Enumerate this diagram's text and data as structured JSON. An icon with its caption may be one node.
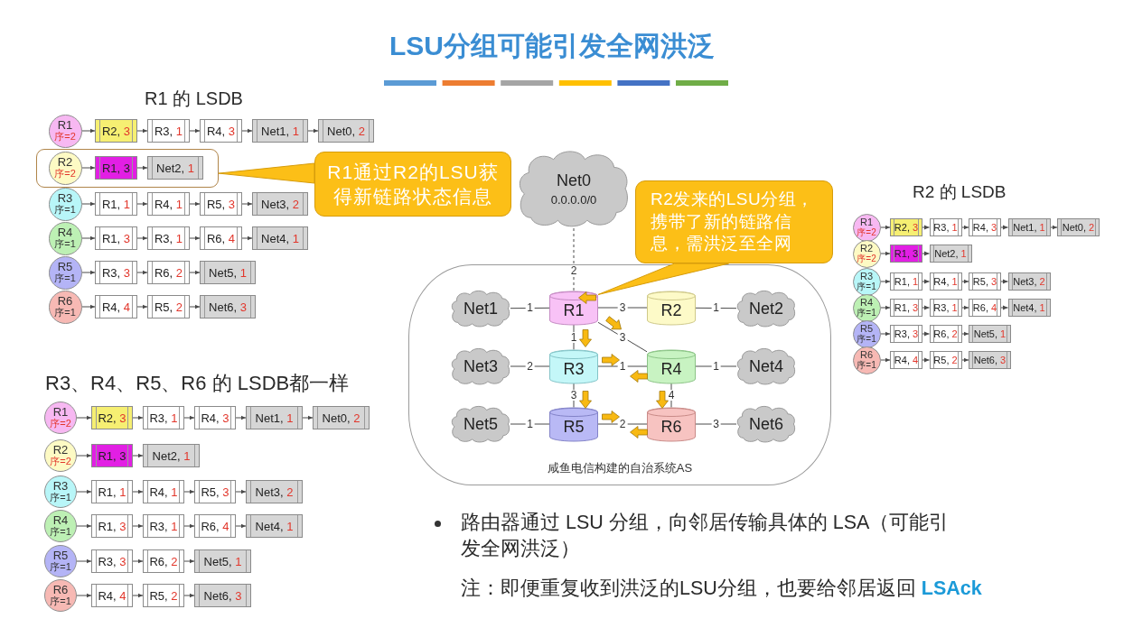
{
  "diagram": {
    "title": "LSU分组可能引发全网洪泛",
    "nodes": [
      {
        "text": [
          "R1",
          "序=2"
        ]
      },
      {
        "text": [
          "R2, 3"
        ]
      },
      {
        "text": [
          "R3, 1"
        ]
      },
      {
        "text": [
          "R4, 3"
        ]
      },
      {
        "text": [
          "Net1, 1"
        ]
      },
      {
        "text": [
          "Net0, 2"
        ]
      },
      {
        "text": [],
        "shape": "box"
      },
      {
        "text": [
          "R2",
          "序=2"
        ],
        "in": 6
      },
      {
        "text": [
          "R1, 3"
        ],
        "in": 6
      },
      {
        "text": [
          "Net2, 1"
        ],
        "in": 6
      },
      {
        "text": [
          "R3",
          "序=1"
        ]
      },
      {
        "text": [
          "R1, 1"
        ]
      },
      {
        "text": [
          "R4, 1"
        ]
      },
      {
        "text": [
          "R5, 3"
        ]
      },
      {
        "text": [
          "Net3, 2"
        ]
      },
      {
        "text": [
          "R4",
          "序=1"
        ]
      },
      {
        "text": [
          "R1, 3"
        ]
      },
      {
        "text": [
          "R3, 1"
        ]
      },
      {
        "text": [
          "R6, 4"
        ]
      },
      {
        "text": [
          "Net4, 1"
        ]
      },
      {
        "text": [
          "R5",
          "序=1"
        ]
      },
      {
        "text": [
          "R3, 3"
        ]
      },
      {
        "text": [
          "R6, 2"
        ]
      },
      {
        "text": [
          "Net5, 1"
        ]
      },
      {
        "text": [
          "R6",
          "序=1"
        ]
      },
      {
        "text": [
          "R4, 4"
        ]
      },
      {
        "text": [
          "R5, 2"
        ]
      },
      {
        "text": [
          "Net6, 3"
        ]
      },
      {
        "text": [
          "R1通过R2的LSU获得新链路状态信息"
        ]
      },
      {
        "text": [
          "Net0",
          "0.0.0.0/0"
        ]
      },
      {
        "text": [
          "R2发来的LSU分组，携带了新的链路信息，需洪泛至全网"
        ]
      },
      {
        "text": [
          "R1",
          "序=2"
        ]
      },
      {
        "text": [
          "R2, 3"
        ]
      },
      {
        "text": [
          "R3, 1"
        ]
      },
      {
        "text": [
          "R4, 3"
        ]
      },
      {
        "text": [
          "Net1, 1"
        ]
      },
      {
        "text": [
          "Net0, 2"
        ]
      },
      {
        "text": [
          "R2",
          "序=2"
        ]
      },
      {
        "text": [
          "R1, 3"
        ]
      },
      {
        "text": [
          "Net2, 1"
        ]
      },
      {
        "text": [
          "R3",
          "序=1"
        ]
      },
      {
        "text": [
          "R1, 1"
        ]
      },
      {
        "text": [
          "R4, 1"
        ]
      },
      {
        "text": [
          "R5, 3"
        ]
      },
      {
        "text": [
          "Net3, 2"
        ]
      },
      {
        "text": [
          "R4",
          "序=1"
        ]
      },
      {
        "text": [
          "R1, 3"
        ]
      },
      {
        "text": [
          "R3, 1"
        ]
      },
      {
        "text": [
          "R6, 4"
        ]
      },
      {
        "text": [
          "Net4, 1"
        ]
      },
      {
        "text": [
          "R5",
          "序=1"
        ]
      },
      {
        "text": [
          "R3, 3"
        ]
      },
      {
        "text": [
          "R6, 2"
        ]
      },
      {
        "text": [
          "Net5, 1"
        ]
      },
      {
        "text": [
          "R6",
          "序=1"
        ]
      },
      {
        "text": [
          "R4, 4"
        ]
      },
      {
        "text": [
          "R5, 2"
        ]
      },
      {
        "text": [
          "Net6, 3"
        ]
      },
      {
        "text": [
          "咸鱼电信构建的自治系统AS"
        ]
      },
      {
        "text": [
          "Net1"
        ],
        "in": 58
      },
      {
        "text": [
          "R1"
        ],
        "in": 58
      },
      {
        "text": [
          "R2"
        ],
        "in": 58
      },
      {
        "text": [
          "Net2"
        ],
        "in": 58
      },
      {
        "text": [
          "Net3"
        ],
        "in": 58
      },
      {
        "text": [
          "R3"
        ],
        "in": 58
      },
      {
        "text": [
          "R4"
        ],
        "in": 58
      },
      {
        "text": [
          "Net4"
        ],
        "in": 58
      },
      {
        "text": [
          "Net5"
        ],
        "in": 58
      },
      {
        "text": [
          "R5"
        ],
        "in": 58
      },
      {
        "text": [
          "R6"
        ],
        "in": 58
      },
      {
        "text": [
          "Net6"
        ],
        "in": 58
      },
      {
        "text": [
          "R1",
          "序=2"
        ]
      },
      {
        "text": [
          "R2, 3"
        ]
      },
      {
        "text": [
          "R3, 1"
        ]
      },
      {
        "text": [
          "R4, 3"
        ]
      },
      {
        "text": [
          "Net1, 1"
        ]
      },
      {
        "text": [
          "Net0, 2"
        ]
      },
      {
        "text": [
          "R2",
          "序=2"
        ]
      },
      {
        "text": [
          "R1, 3"
        ]
      },
      {
        "text": [
          "Net2, 1"
        ]
      },
      {
        "text": [
          "R3",
          "序=1"
        ]
      },
      {
        "text": [
          "R1, 1"
        ]
      },
      {
        "text": [
          "R4, 1"
        ]
      },
      {
        "text": [
          "R5, 3"
        ]
      },
      {
        "text": [
          "Net3, 2"
        ]
      },
      {
        "text": [
          "R4",
          "序=1"
        ]
      },
      {
        "text": [
          "R1, 3"
        ]
      },
      {
        "text": [
          "R3, 1"
        ]
      },
      {
        "text": [
          "R6, 4"
        ]
      },
      {
        "text": [
          "Net4, 1"
        ]
      },
      {
        "text": [
          "R5",
          "序=1"
        ]
      },
      {
        "text": [
          "R3, 3"
        ]
      },
      {
        "text": [
          "R6, 2"
        ]
      },
      {
        "text": [
          "Net5, 1"
        ]
      },
      {
        "text": [
          "R6",
          "序=1"
        ]
      },
      {
        "text": [
          "R4, 4"
        ]
      },
      {
        "text": [
          "R5, 2"
        ]
      },
      {
        "text": [
          "Net6, 3"
        ]
      }
    ],
    "edges": [
      {
        "from": 0,
        "to": 1,
        "arrow": "to"
      },
      {
        "from": 1,
        "to": 2,
        "arrow": "to"
      },
      {
        "from": 2,
        "to": 3,
        "arrow": "to"
      },
      {
        "from": 3,
        "to": 4,
        "arrow": "to"
      },
      {
        "from": 4,
        "to": 5,
        "arrow": "to"
      },
      {
        "from": 7,
        "to": 8,
        "arrow": "to"
      },
      {
        "from": 8,
        "to": 9,
        "arrow": "to"
      },
      {
        "from": 10,
        "to": 11,
        "arrow": "to"
      },
      {
        "from": 11,
        "to": 12,
        "arrow": "to"
      },
      {
        "from": 12,
        "to": 13,
        "arrow": "to"
      },
      {
        "from": 13,
        "to": 14,
        "arrow": "to"
      },
      {
        "from": 15,
        "to": 16,
        "arrow": "to"
      },
      {
        "from": 16,
        "to": 17,
        "arrow": "to"
      },
      {
        "from": 17,
        "to": 18,
        "arrow": "to"
      },
      {
        "from": 18,
        "to": 19,
        "arrow": "to"
      },
      {
        "from": 20,
        "to": 21,
        "arrow": "to"
      },
      {
        "from": 21,
        "to": 22,
        "arrow": "to"
      },
      {
        "from": 22,
        "to": 23,
        "arrow": "to"
      },
      {
        "from": 24,
        "to": 25,
        "arrow": "to"
      },
      {
        "from": 25,
        "to": 26,
        "arrow": "to"
      },
      {
        "from": 26,
        "to": 27,
        "arrow": "to"
      },
      {
        "from": 28,
        "to": 6,
        "arrow": "none"
      },
      {
        "from": 30,
        "to": 60,
        "arrow": "none"
      },
      {
        "from": 29,
        "to": 60,
        "arrow": "none",
        "label": "2",
        "style": "dashed"
      },
      {
        "from": 59,
        "to": 60,
        "arrow": "none",
        "label": "1"
      },
      {
        "from": 60,
        "to": 61,
        "arrow": "none",
        "label": "3"
      },
      {
        "from": 61,
        "to": 62,
        "arrow": "none",
        "label": "1"
      },
      {
        "from": 60,
        "to": 64,
        "arrow": "none",
        "label": "1"
      },
      {
        "from": 60,
        "to": 65,
        "arrow": "none",
        "label": "3"
      },
      {
        "from": 63,
        "to": 64,
        "arrow": "none",
        "label": "2"
      },
      {
        "from": 64,
        "to": 65,
        "arrow": "none",
        "label": "1"
      },
      {
        "from": 65,
        "to": 66,
        "arrow": "none",
        "label": "1"
      },
      {
        "from": 64,
        "to": 68,
        "arrow": "none",
        "label": "3"
      },
      {
        "from": 65,
        "to": 69,
        "arrow": "none",
        "label": "4"
      },
      {
        "from": 67,
        "to": 68,
        "arrow": "none",
        "label": "1"
      },
      {
        "from": 68,
        "to": 69,
        "arrow": "none",
        "label": "2"
      },
      {
        "from": 69,
        "to": 70,
        "arrow": "none",
        "label": "3"
      },
      {
        "from": 31,
        "to": 32,
        "arrow": "to"
      },
      {
        "from": 32,
        "to": 33,
        "arrow": "to"
      },
      {
        "from": 33,
        "to": 34,
        "arrow": "to"
      },
      {
        "from": 34,
        "to": 35,
        "arrow": "to"
      },
      {
        "from": 35,
        "to": 36,
        "arrow": "to"
      },
      {
        "from": 37,
        "to": 38,
        "arrow": "to"
      },
      {
        "from": 38,
        "to": 39,
        "arrow": "to"
      },
      {
        "from": 40,
        "to": 41,
        "arrow": "to"
      },
      {
        "from": 41,
        "to": 42,
        "arrow": "to"
      },
      {
        "from": 42,
        "to": 43,
        "arrow": "to"
      },
      {
        "from": 43,
        "to": 44,
        "arrow": "to"
      },
      {
        "from": 45,
        "to": 46,
        "arrow": "to"
      },
      {
        "from": 46,
        "to": 47,
        "arrow": "to"
      },
      {
        "from": 47,
        "to": 48,
        "arrow": "to"
      },
      {
        "from": 48,
        "to": 49,
        "arrow": "to"
      },
      {
        "from": 50,
        "to": 51,
        "arrow": "to"
      },
      {
        "from": 51,
        "to": 52,
        "arrow": "to"
      },
      {
        "from": 52,
        "to": 53,
        "arrow": "to"
      },
      {
        "from": 54,
        "to": 55,
        "arrow": "to"
      },
      {
        "from": 55,
        "to": 56,
        "arrow": "to"
      },
      {
        "from": 56,
        "to": 57,
        "arrow": "to"
      },
      {
        "from": 71,
        "to": 72,
        "arrow": "to"
      },
      {
        "from": 72,
        "to": 73,
        "arrow": "to"
      },
      {
        "from": 73,
        "to": 74,
        "arrow": "to"
      },
      {
        "from": 74,
        "to": 75,
        "arrow": "to"
      },
      {
        "from": 75,
        "to": 76,
        "arrow": "to"
      },
      {
        "from": 77,
        "to": 78,
        "arrow": "to"
      },
      {
        "from": 78,
        "to": 79,
        "arrow": "to"
      },
      {
        "from": 80,
        "to": 81,
        "arrow": "to"
      },
      {
        "from": 81,
        "to": 82,
        "arrow": "to"
      },
      {
        "from": 82,
        "to": 83,
        "arrow": "to"
      },
      {
        "from": 83,
        "to": 84,
        "arrow": "to"
      },
      {
        "from": 85,
        "to": 86,
        "arrow": "to"
      },
      {
        "from": 86,
        "to": 87,
        "arrow": "to"
      },
      {
        "from": 87,
        "to": 88,
        "arrow": "to"
      },
      {
        "from": 88,
        "to": 89,
        "arrow": "to"
      },
      {
        "from": 90,
        "to": 91,
        "arrow": "to"
      },
      {
        "from": 91,
        "to": 92,
        "arrow": "to"
      },
      {
        "from": 92,
        "to": 93,
        "arrow": "to"
      },
      {
        "from": 94,
        "to": 95,
        "arrow": "to"
      },
      {
        "from": 95,
        "to": 96,
        "arrow": "to"
      },
      {
        "from": 96,
        "to": 97,
        "arrow": "to"
      }
    ],
    "labels": [
      "R1 的 LSDB",
      "R2 的 LSDB",
      "R3、R4、R5、R6 的 LSDB都一样",
      "路由器通过 LSU 分组，向邻居传输具体的 LSA（可能引发全网洪泛）",
      "注：即便重复收到洪泛的LSU分组，也要给邻居返回 **LSAck**"
    ]
  }
}
